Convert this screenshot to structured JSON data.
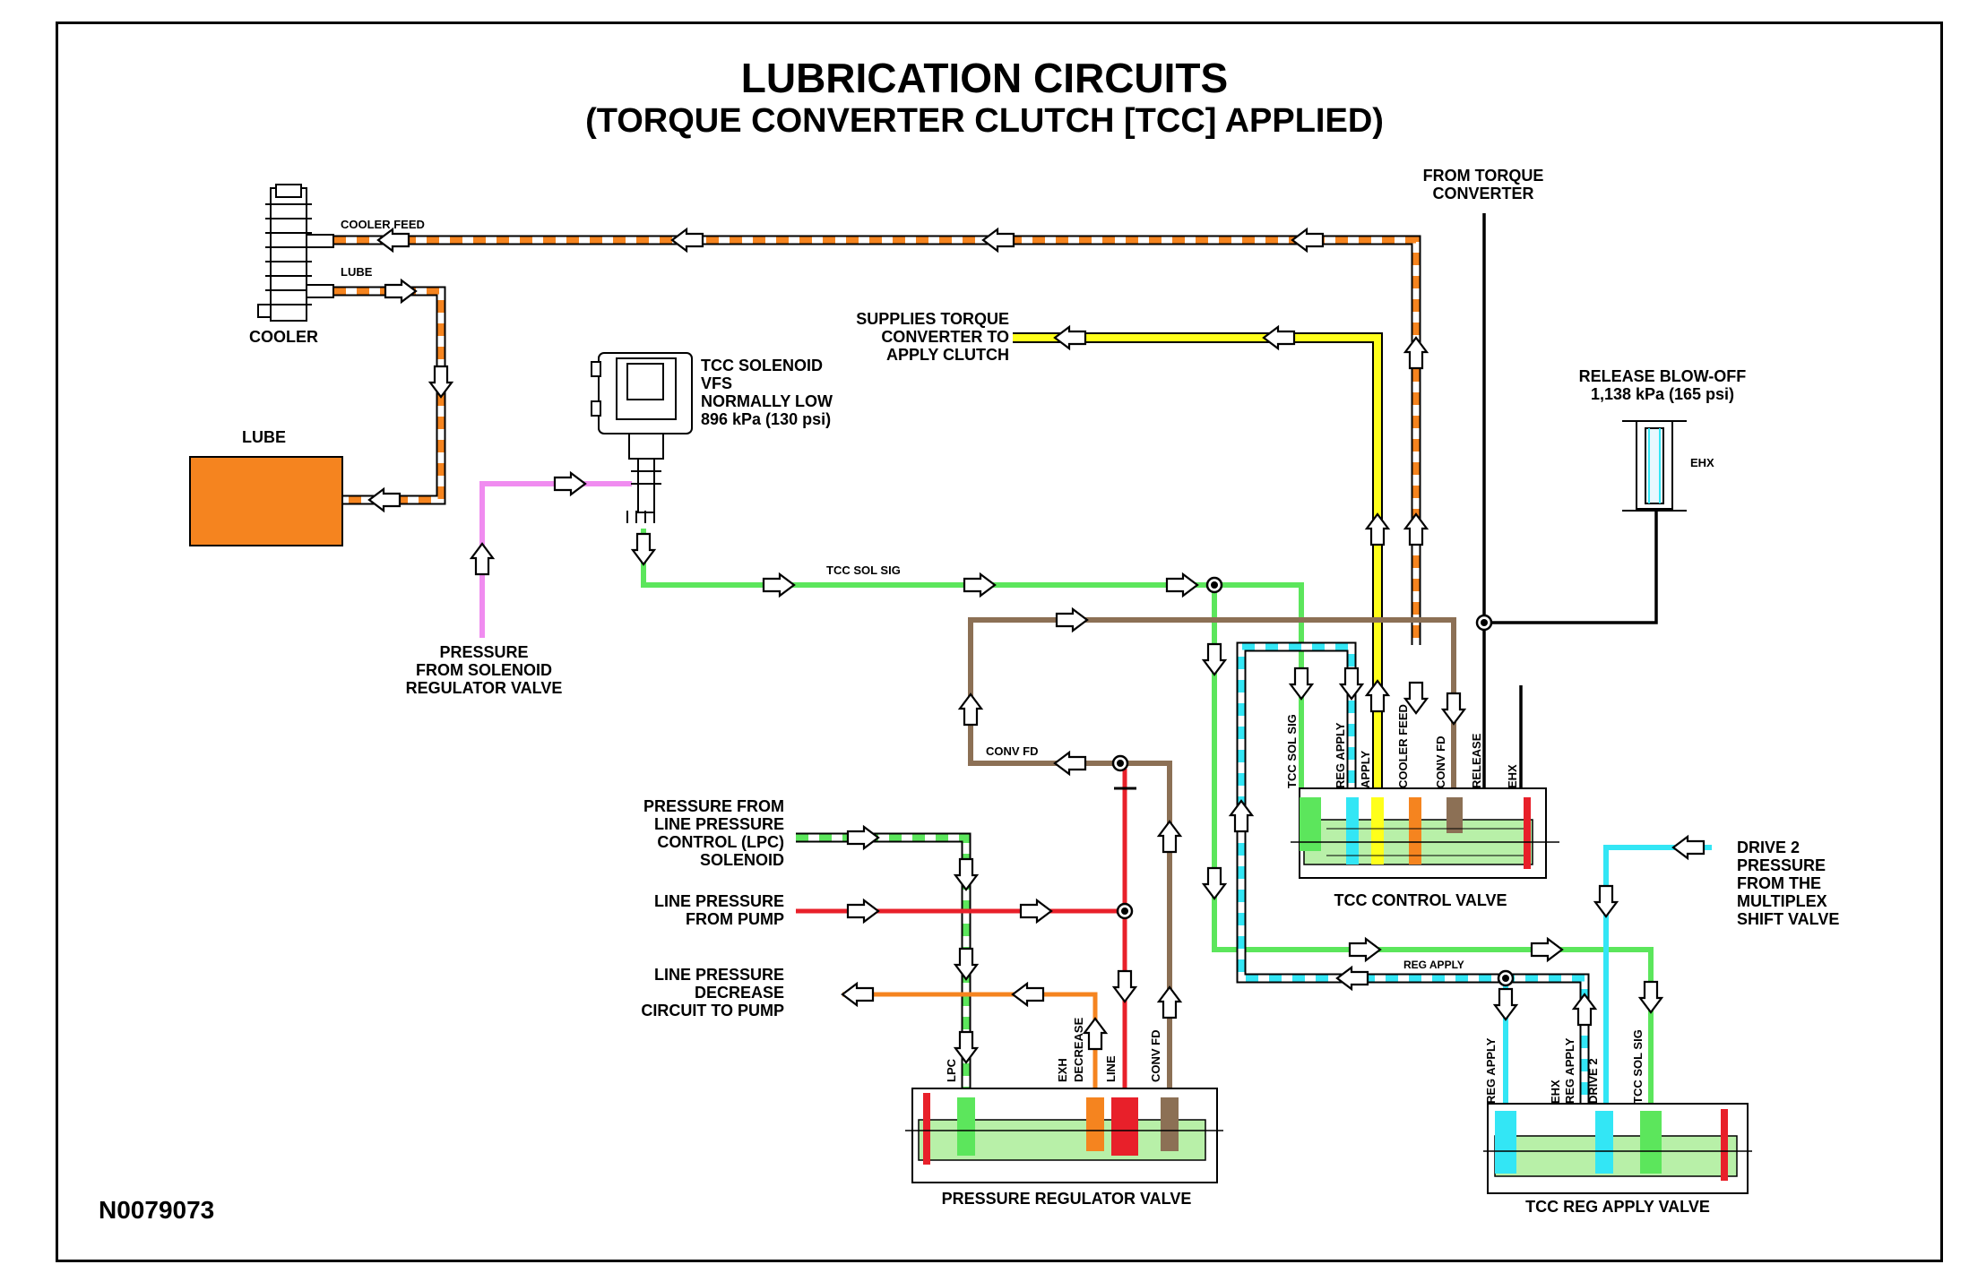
{
  "title": "LUBRICATION CIRCUITS",
  "subtitle": "(TORQUE CONVERTER CLUTCH [TCC] APPLIED)",
  "figure_id": "N0079073",
  "colors": {
    "line_pressure": "#e8202a",
    "lube_cooler": "#f5841f",
    "tcc_signal": "#5ce65c",
    "apply": "#ffff1a",
    "reg_apply": "#33e6f5",
    "conv_fd": "#8c7055",
    "solenoid_reg": "#f08cf0",
    "valve_body": "#b8f0a8"
  },
  "labels": {
    "cooler_feed": "COOLER FEED",
    "lube_line": "LUBE",
    "cooler": "COOLER",
    "lube_box": "LUBE",
    "tcc_solenoid": "TCC SOLENOID\nVFS\nNORMALLY LOW\n896 kPa (130 psi)",
    "supplies_tc": "SUPPLIES TORQUE\nCONVERTER TO\nAPPLY CLUTCH",
    "from_tc": "FROM TORQUE\nCONVERTER",
    "release_blowoff": "RELEASE BLOW-OFF\n1,138 kPa (165 psi)",
    "ehx": "EHX",
    "tcc_sol_sig": "TCC SOL SIG",
    "pressure_from_sol_reg": "PRESSURE\nFROM SOLENOID\nREGULATOR VALVE",
    "conv_fd": "CONV FD",
    "lpc_source": "PRESSURE FROM\nLINE PRESSURE\nCONTROL (LPC)\nSOLENOID",
    "line_from_pump": "LINE PRESSURE\nFROM PUMP",
    "line_decrease": "LINE PRESSURE\nDECREASE\nCIRCUIT TO PUMP",
    "tcc_control_valve": "TCC CONTROL VALVE",
    "drive2": "DRIVE 2\nPRESSURE\nFROM THE\nMULTIPLEX\nSHIFT VALVE",
    "reg_apply": "REG APPLY",
    "pressure_regulator_valve": "PRESSURE REGULATOR VALVE",
    "tcc_reg_apply_valve": "TCC REG APPLY VALVE"
  },
  "tcc_control_ports": [
    "TCC SOL SIG",
    "REG APPLY",
    "APPLY",
    "COOLER FEED",
    "CONV FD",
    "RELEASE",
    "EHX"
  ],
  "pressure_reg_ports": [
    "LPC",
    "EXH",
    "DECREASE",
    "LINE",
    "CONV FD"
  ],
  "tcc_reg_apply_ports": [
    "REG APPLY",
    "EHX",
    "REG APPLY",
    "DRIVE 2",
    "TCC SOL SIG"
  ]
}
